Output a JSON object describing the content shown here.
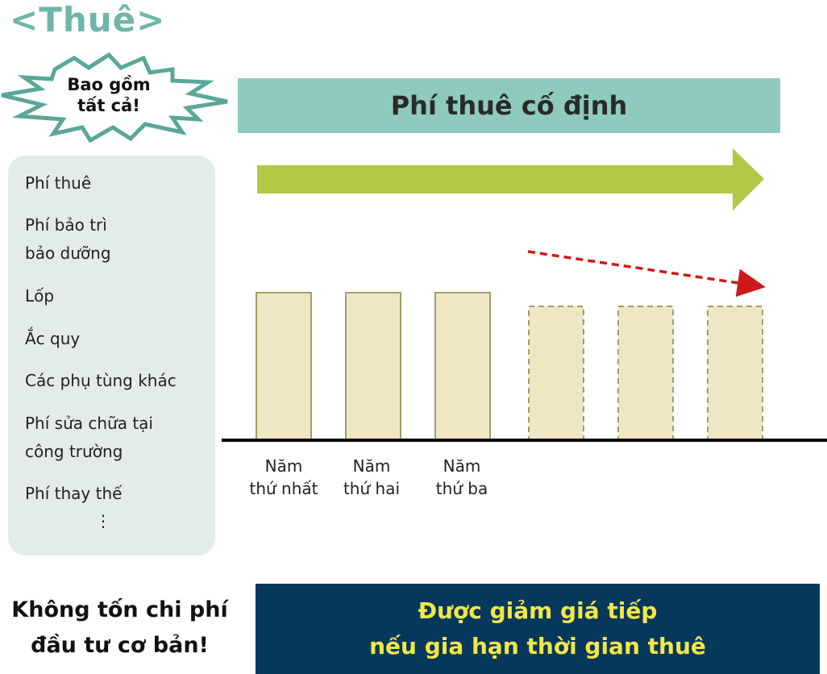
{
  "title": "<Thuê>",
  "badge": {
    "line1": "Bao gồm",
    "line2": "tất cả!"
  },
  "included_costs": [
    {
      "line1": "Phí thuê",
      "line2": ""
    },
    {
      "line1": "Phí bảo trì",
      "line2": "bảo dưỡng"
    },
    {
      "line1": "Lốp",
      "line2": ""
    },
    {
      "line1": "Ắc quy",
      "line2": ""
    },
    {
      "line1": "Các phụ tùng khác",
      "line2": ""
    },
    {
      "line1": "Phí sửa chữa tại",
      "line2": "công trường"
    },
    {
      "line1": "Phí thay thế",
      "line2": ""
    }
  ],
  "list_more": "⋮",
  "banner": "Phí thuê cố định",
  "years": [
    {
      "line1": "Năm",
      "line2": "thứ nhất"
    },
    {
      "line1": "Năm",
      "line2": "thứ hai"
    },
    {
      "line1": "Năm",
      "line2": "thứ ba"
    }
  ],
  "footer": {
    "left_line1": "Không tốn chi phí",
    "left_line2": "đầu tư cơ bản!",
    "right_line1": "Được giảm giá tiếp",
    "right_line2": "nếu gia hạn thời gian thuê"
  },
  "colors": {
    "title": "#6fb5a8",
    "banner": "#8ecabd",
    "arrow": "#b5c845",
    "bar_fill": "#efe7c4",
    "bar_border": "#a39c6b",
    "trend_arrow": "#cc1a1a",
    "footer_bg": "#06385b",
    "footer_text": "#f2e64a"
  }
}
